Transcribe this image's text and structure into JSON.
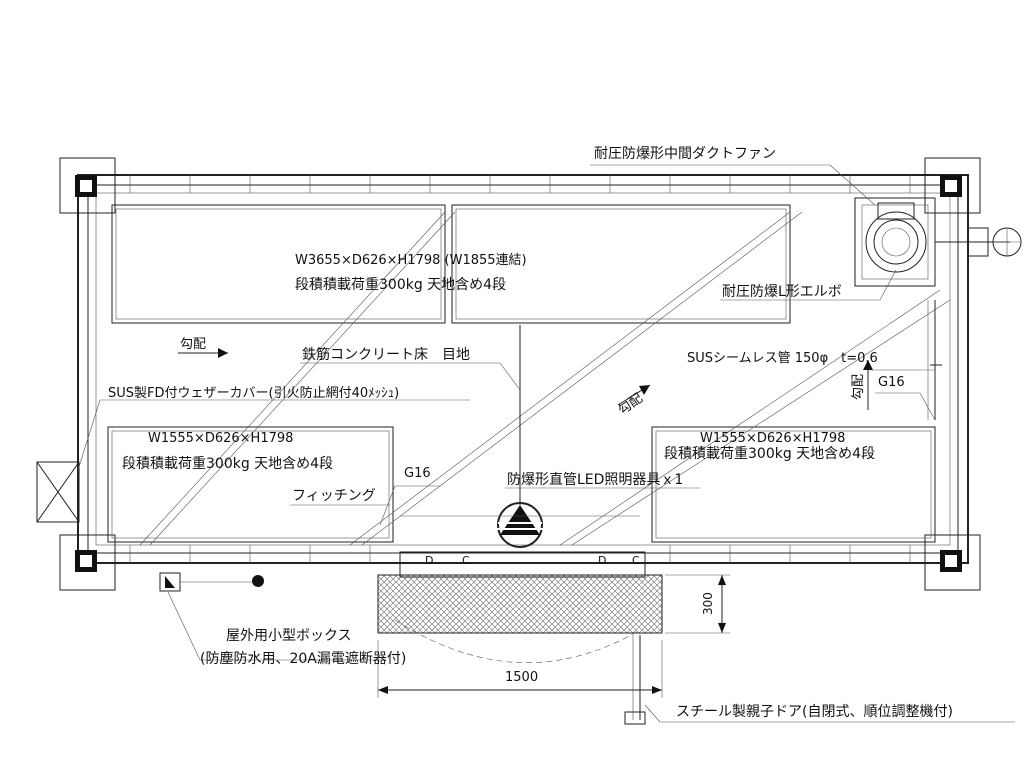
{
  "labels": {
    "fan": "耐圧防爆形中間ダクトファン",
    "elbow": "耐圧防爆L形エルボ",
    "shelf_top_size": "W3655×D626×H1798 (W1855連結)",
    "shelf_top_load": "段積積載荷重300kg 天地含め4段",
    "floor": "鉄筋コンクリート床　目地",
    "slope_left": "勾配",
    "slope_mid": "勾配",
    "slope_right": "勾配",
    "pipe": "SUSシームレス管 150φ　t=0.6",
    "g16_right": "G16",
    "weather_cover": "SUS製FD付ウェザーカバー(引火防止網付40ﾒｯｼｭ)",
    "shelf_left_size": "W1555×D626×H1798",
    "shelf_left_load": "段積積載荷重300kg 天地含め4段",
    "shelf_right_size": "W1555×D626×H1798",
    "shelf_right_load": "段積積載荷重300kg 天地含め4段",
    "g16_left": "G16",
    "fitting": "フィッチング",
    "led": "防爆形直管LED照明器具ｘ1",
    "box_title": "屋外用小型ボックス",
    "box_sub": "(防塵防水用、20A漏電遮断器付)",
    "dim_300": "300",
    "dim_1500": "1500",
    "door": "スチール製親子ドア(自閉式、順位調整機付)",
    "dc": [
      "D",
      "C",
      "D",
      "C"
    ]
  }
}
